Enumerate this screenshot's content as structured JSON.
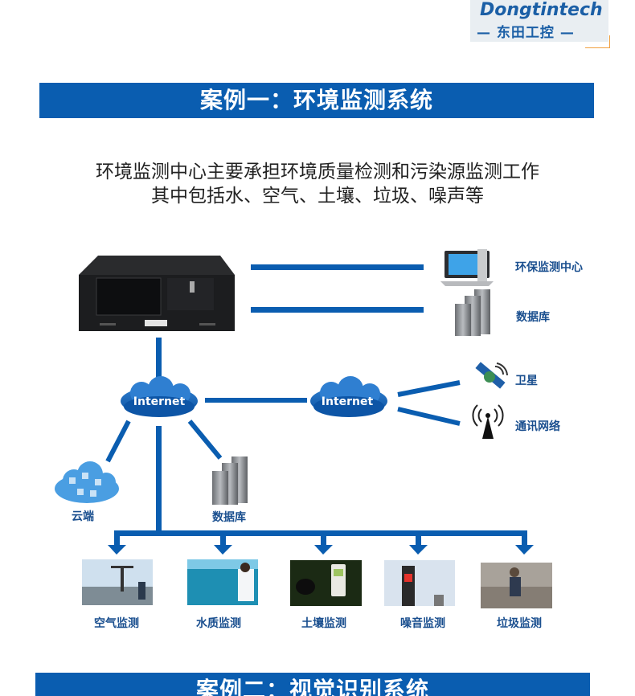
{
  "logo": {
    "brand": "Dongtintech",
    "sub": "— 东田工控 —"
  },
  "banner1": "案例一：环境监测系统",
  "intro": {
    "line1": "环境监测中心主要承担环境质量检测和污染源监测工作",
    "line2": "其中包括水、空气、土壤、垃圾、噪声等"
  },
  "diagram": {
    "internet_left": "Internet",
    "internet_right": "Internet",
    "right_nodes": [
      "环保监测中心",
      "数据库",
      "卫星",
      "通讯网络"
    ],
    "cloud_label": "云端",
    "db_label": "数据库",
    "monitors": [
      "空气监测",
      "水质监测",
      "土壤监测",
      "噪音监测",
      "垃圾监测"
    ]
  },
  "banner2": "案例二：视觉识别系统",
  "colors": {
    "banner": "#0a5db0",
    "lines": "#0a5db0",
    "label": "#1a4f8f"
  }
}
